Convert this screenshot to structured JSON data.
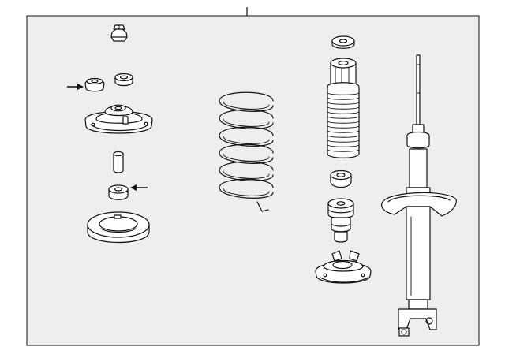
{
  "diagram": {
    "type": "exploded-parts-diagram",
    "panel_background": "#eeeeee",
    "line_color": "#111111",
    "parts": [
      {
        "name": "flange-nut",
        "icon": "hex-nut-icon"
      },
      {
        "name": "lock-nut",
        "icon": "nut-icon",
        "arrow": true
      },
      {
        "name": "washer-bushing",
        "icon": "bushing-icon"
      },
      {
        "name": "upper-mount",
        "icon": "mount-icon"
      },
      {
        "name": "collar",
        "icon": "collar-icon"
      },
      {
        "name": "lower-bushing",
        "icon": "bushing-icon",
        "arrow": true
      },
      {
        "name": "spring-seat",
        "icon": "spring-seat-icon"
      },
      {
        "name": "coil-spring",
        "icon": "spring-icon"
      },
      {
        "name": "washer",
        "icon": "washer-icon"
      },
      {
        "name": "dust-boot",
        "icon": "boot-icon"
      },
      {
        "name": "stopper-cap",
        "icon": "cap-icon"
      },
      {
        "name": "bump-stop",
        "icon": "bump-stop-icon"
      },
      {
        "name": "lower-spring-seat",
        "icon": "seat-icon"
      },
      {
        "name": "shock-absorber",
        "icon": "strut-icon"
      }
    ]
  }
}
